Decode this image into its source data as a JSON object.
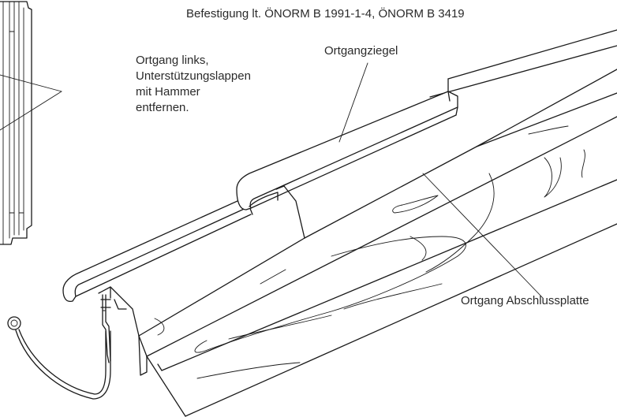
{
  "labels": {
    "top": "Befestigung lt. ÖNORM B 1991-1-4, ÖNORM B 3419",
    "ortgangziegel": "Ortgangziegel",
    "ortgang_links": [
      "Ortgang links,",
      "Unterstützungslappen",
      "mit Hammer",
      "entfernen."
    ],
    "abschlussplatte": "Ortgang Abschlussplatte"
  }
}
